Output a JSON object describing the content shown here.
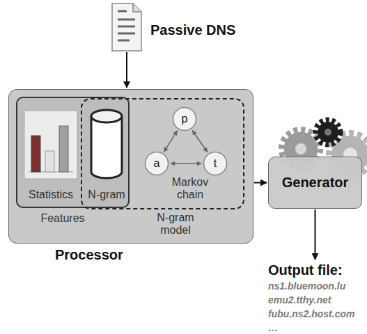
{
  "diagram": {
    "nodes": [
      {
        "text": [
          "Passive DNS"
        ]
      },
      {
        "text": [
          "Processor"
        ]
      },
      {
        "text": [
          "Features"
        ],
        "in": 1
      },
      {
        "text": [
          "Statistics"
        ],
        "in": 2
      },
      {
        "text": [
          "N-gram"
        ],
        "in": 2
      },
      {
        "text": [
          "N-gram model"
        ],
        "in": 1
      },
      {
        "text": [
          "Markov chain"
        ],
        "in": 5
      },
      {
        "text": [
          "p"
        ],
        "in": 6
      },
      {
        "text": [
          "a"
        ],
        "in": 6
      },
      {
        "text": [
          "t"
        ],
        "in": 6
      },
      {
        "text": [
          "Generator"
        ]
      },
      {
        "text": [
          "Output file:",
          "ns1.bluemoon.lu",
          "emu2.tthy.net",
          "fubu.ns2.host.com",
          "…"
        ]
      }
    ],
    "edges": [
      {
        "from": 0,
        "to": 1,
        "arrow": "to"
      },
      {
        "from": 1,
        "to": 10,
        "arrow": "to"
      },
      {
        "from": 10,
        "to": 11,
        "arrow": "to"
      },
      {
        "from": 7,
        "to": 9,
        "arrow": "both"
      },
      {
        "from": 9,
        "to": 8,
        "arrow": "both"
      },
      {
        "from": 8,
        "to": 7,
        "arrow": "both"
      }
    ]
  }
}
